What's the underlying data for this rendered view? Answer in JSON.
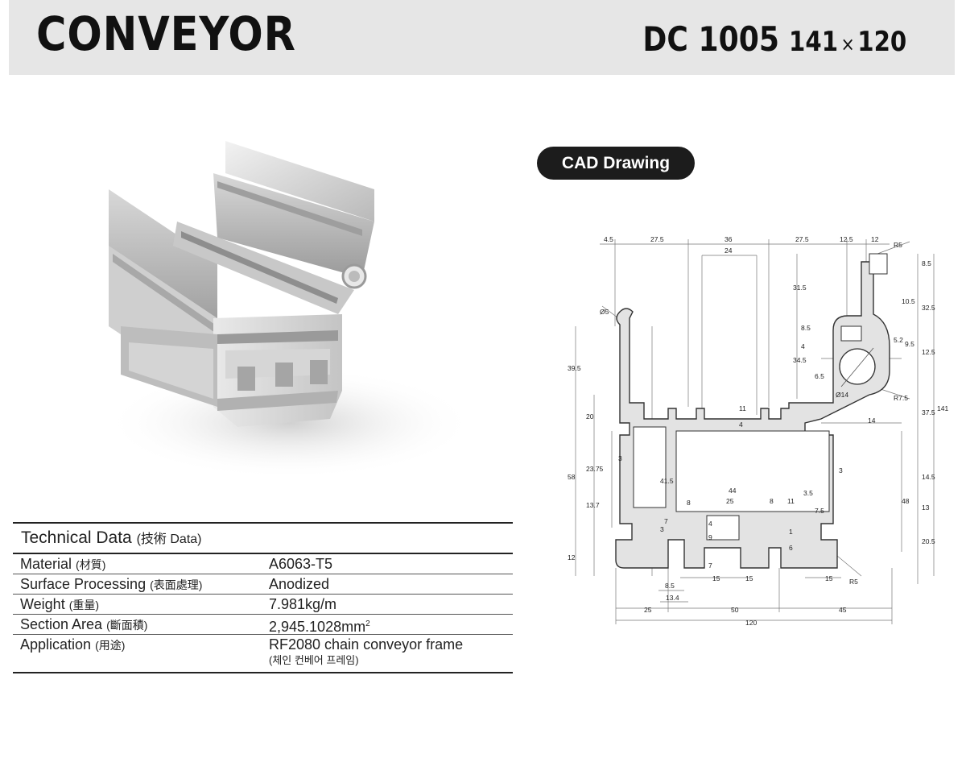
{
  "header": {
    "category": "CONVEYOR",
    "model_code": "DC 1005",
    "size_w": "141",
    "size_x": "×",
    "size_h": "120"
  },
  "cad": {
    "label": "CAD Drawing",
    "dims": {
      "d4_5": "4.5",
      "d27_5a": "27.5",
      "d36": "36",
      "d24": "24",
      "d27_5b": "27.5",
      "d12_5": "12.5",
      "d12": "12",
      "r5a": "R5",
      "d8_5a": "8.5",
      "d31_5": "31.5",
      "d10_5": "10.5",
      "d32_5": "32.5",
      "o5": "Ø5",
      "d8_5b": "8.5",
      "d4a": "4",
      "d5_2": "5.2",
      "d9_5": "9.5",
      "d34_5": "34.5",
      "d12_5b": "12.5",
      "d39_5": "39.5",
      "d6_5": "6.5",
      "o14": "Ø14",
      "r7_5": "R7.5",
      "d141": "141",
      "d37_5": "37.5",
      "d20": "20",
      "d11": "11",
      "d4b": "4",
      "d14": "14",
      "d23_75": "23.75",
      "d3a": "3",
      "d58": "58",
      "d41_5": "41.5",
      "d3b": "3",
      "d14_5": "14.5",
      "d44": "44",
      "d3_5": "3.5",
      "d13_7": "13.7",
      "d8a": "8",
      "d25a": "25",
      "d8b": "8",
      "d11b": "11",
      "d48": "48",
      "d13": "13",
      "d7_5": "7.5",
      "d3c": "3",
      "d7a": "7",
      "d4c": "4",
      "d1": "1",
      "d9": "9",
      "d6": "6",
      "d20_5": "20.5",
      "d12b": "12",
      "d7b": "7",
      "d15a": "15",
      "d15b": "15",
      "d15c": "15",
      "r5b": "R5",
      "d8_5c": "8.5",
      "d13_4": "13.4",
      "d25b": "25",
      "d50": "50",
      "d45": "45",
      "d120": "120"
    }
  },
  "tech": {
    "title": "Technical Data",
    "title_cjk": "(技術  Data)",
    "rows": [
      {
        "key": "Material",
        "key_cjk": "(材質)",
        "value": "A6063-T5"
      },
      {
        "key": "Surface Processing",
        "key_cjk": "(表面處理)",
        "value": "Anodized"
      },
      {
        "key": "Weight",
        "key_cjk": "(重量)",
        "value": "7.981kg/m"
      },
      {
        "key": "Section Area",
        "key_cjk": "(斷面積)",
        "value": "2,945.1028mm",
        "value_sup": "2"
      },
      {
        "key": "Application",
        "key_cjk": "(用途)",
        "value": "RF2080 chain conveyor frame",
        "value_sub": "(체인 컨베어 프레임)"
      }
    ]
  }
}
